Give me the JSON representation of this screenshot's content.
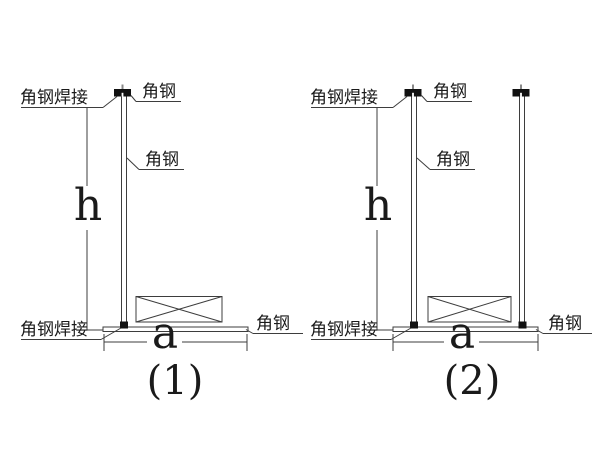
{
  "diagram": {
    "title": "angle-steel bracket details",
    "background": "#ffffff",
    "line_color": "#3d3d3d",
    "fill_color": "#111111",
    "text_color": "#1a1a1a"
  },
  "figure1": {
    "caption": "(1)",
    "dim_height": "h",
    "dim_width": "a",
    "label_weld_top": "角钢焊接",
    "label_angle_top": "角钢",
    "label_angle_mid": "角钢",
    "label_weld_bottom": "角钢焊接",
    "label_angle_bottom": "角钢"
  },
  "figure2": {
    "caption": "(2)",
    "dim_height": "h",
    "dim_width": "a",
    "label_weld_top": "角钢焊接",
    "label_angle_top": "角钢",
    "label_angle_mid": "角钢",
    "label_weld_bottom": "角钢焊接",
    "label_angle_bottom": "角钢"
  }
}
